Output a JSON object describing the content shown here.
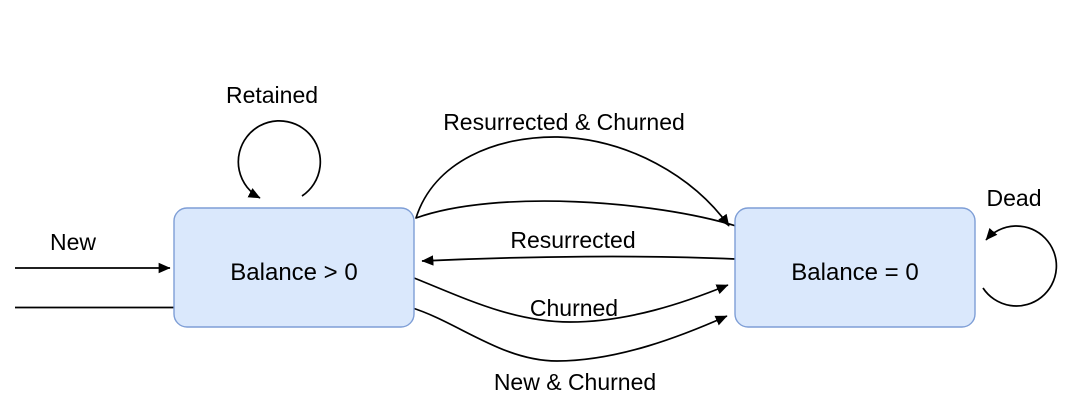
{
  "colors": {
    "background": "#ffffff",
    "node_fill": "#dae8fc",
    "node_stroke": "#7e9ed6",
    "edge_stroke": "#000000",
    "label_color": "#000000"
  },
  "nodes": [
    {
      "id": "balance-positive",
      "label": "Balance > 0"
    },
    {
      "id": "balance-zero",
      "label": "Balance = 0"
    }
  ],
  "edges": [
    {
      "label": "New",
      "from": "start",
      "to": "balance-positive"
    },
    {
      "label": "Retained",
      "from": "balance-positive",
      "to": "balance-positive"
    },
    {
      "label": "Resurrected & Churned",
      "from": "balance-zero",
      "to": "balance-zero"
    },
    {
      "label": "Resurrected",
      "from": "balance-zero",
      "to": "balance-positive"
    },
    {
      "label": "Churned",
      "from": "balance-positive",
      "to": "balance-zero"
    },
    {
      "label": "New & Churned",
      "from": "start",
      "to": "balance-zero"
    },
    {
      "label": "Dead",
      "from": "balance-zero",
      "to": "balance-zero"
    }
  ]
}
